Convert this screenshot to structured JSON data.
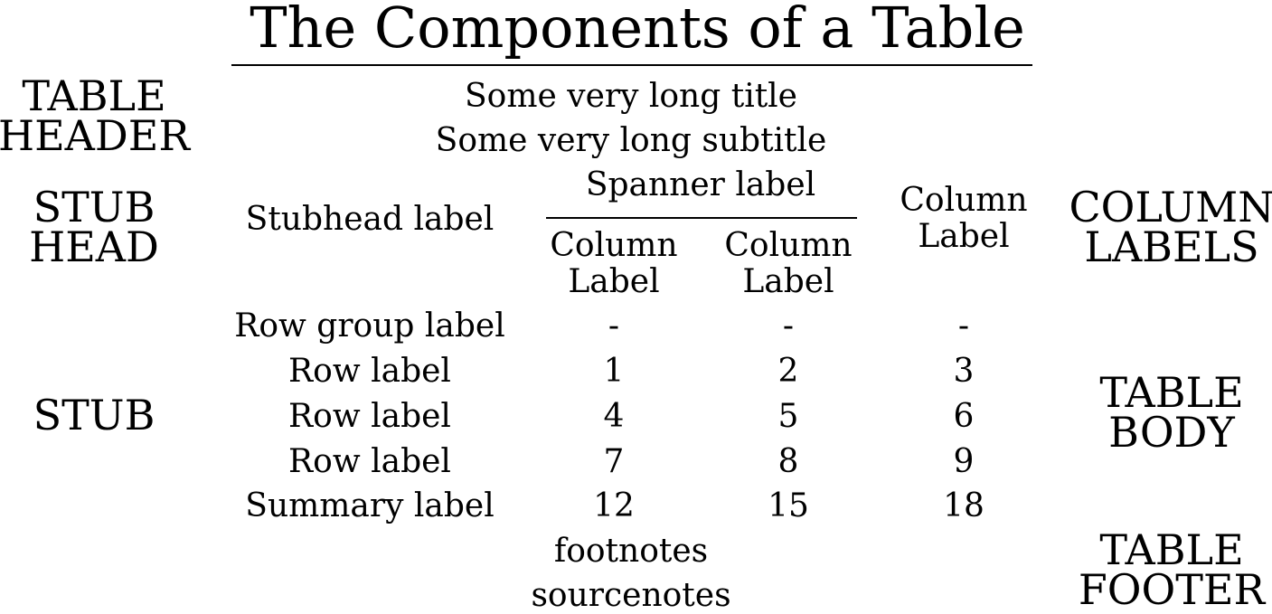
{
  "title": "The Components of a Table",
  "side_labels": {
    "table_header": [
      "TABLE",
      "HEADER"
    ],
    "stub_head": [
      "STUB",
      "HEAD"
    ],
    "stub": "STUB",
    "column_labels": [
      "COLUMN",
      "LABELS"
    ],
    "table_body": [
      "TABLE",
      "BODY"
    ],
    "table_footer": [
      "TABLE",
      "FOOTER"
    ]
  },
  "table": {
    "title": "Some very long title",
    "subtitle": "Some very long subtitle",
    "stubhead_label": "Stubhead label",
    "spanner_label": "Spanner label",
    "column_labels": [
      [
        "Column",
        "Label"
      ],
      [
        "Column",
        "Label"
      ],
      [
        "Column",
        "Label"
      ]
    ],
    "row_group_label": "Row group label",
    "row_group_cells": [
      "-",
      "-",
      "-"
    ],
    "rows": [
      {
        "label": "Row label",
        "values": [
          "1",
          "2",
          "3"
        ]
      },
      {
        "label": "Row label",
        "values": [
          "4",
          "5",
          "6"
        ]
      },
      {
        "label": "Row label",
        "values": [
          "7",
          "8",
          "9"
        ]
      }
    ],
    "summary": {
      "label": "Summary label",
      "values": [
        "12",
        "15",
        "18"
      ]
    },
    "footnotes": "footnotes",
    "sourcenotes": "sourcenotes"
  }
}
